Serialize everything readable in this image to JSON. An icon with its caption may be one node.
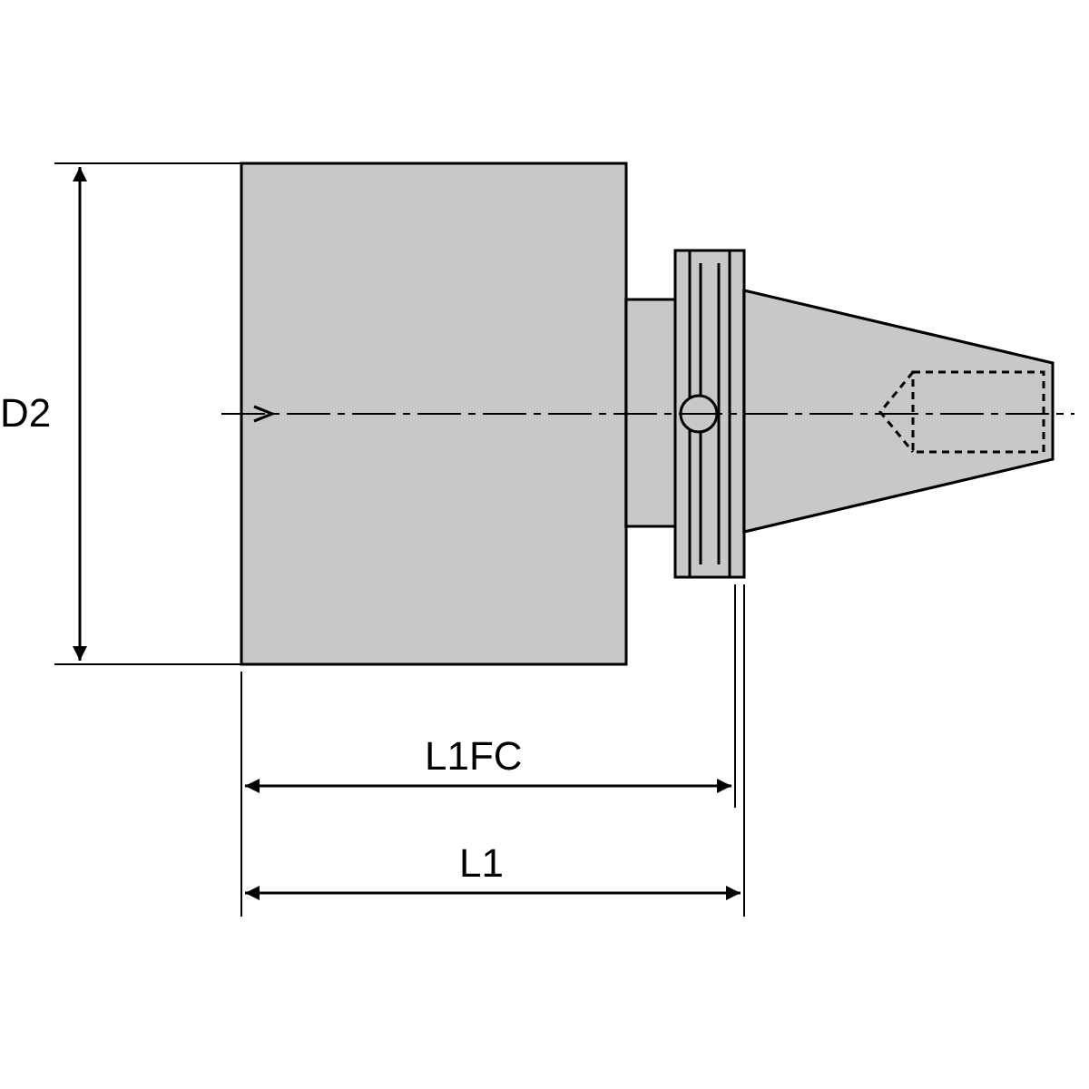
{
  "diagram": {
    "labels": [
      "D2",
      "L1FC",
      "L1"
    ]
  }
}
